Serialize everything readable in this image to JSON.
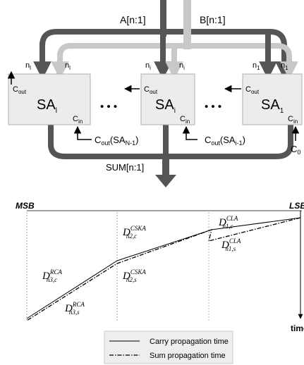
{
  "bus": {
    "a_label": "A[n:1]",
    "b_label": "B[n:1]",
    "sum_label": "SUM[n:1]"
  },
  "blocks": [
    {
      "name": "SA",
      "sub": "l",
      "cout": "C",
      "cout_sub": "out",
      "cin": "C",
      "cin_sub": "in",
      "n_left": "n",
      "n_left_sub": "l",
      "n_right": "n",
      "n_right_sub": "l"
    },
    {
      "name": "SA",
      "sub": "i",
      "cout": "C",
      "cout_sub": "out",
      "cin": "C",
      "cin_sub": "in",
      "n_left": "n",
      "n_left_sub": "i",
      "n_right": "n",
      "n_right_sub": "i"
    },
    {
      "name": "SA",
      "sub": "1",
      "cout": "C",
      "cout_sub": "out",
      "cin": "C",
      "cin_sub": "in",
      "n_left": "n",
      "n_left_sub": "1",
      "n_right": "n",
      "n_right_sub": "1"
    }
  ],
  "ellipsis": "• • •",
  "carry_links": [
    {
      "main": "C",
      "sub": "out",
      "arg": "(SA",
      "arg_sub": "N-1",
      "close": ")"
    },
    {
      "main": "C",
      "sub": "out",
      "arg": "(SA",
      "arg_sub": "i-1",
      "close": ")"
    }
  ],
  "c0": {
    "main": "C",
    "sub": "0"
  },
  "timeline": {
    "msb": "MSB",
    "lsb": "LSB",
    "time": "time"
  },
  "delays": [
    {
      "main": "D",
      "sup": "CLA",
      "sub": "n1,c"
    },
    {
      "main": "D",
      "sup": "CLA",
      "sub": "n1,s"
    },
    {
      "main": "D",
      "sup": "CSKA",
      "sub": "n2,c"
    },
    {
      "main": "D",
      "sup": "CSKA",
      "sub": "n2,s"
    },
    {
      "main": "D",
      "sup": "RCA",
      "sub": "n3,c"
    },
    {
      "main": "D",
      "sup": "RCA",
      "sub": "n3,s"
    }
  ],
  "legend": {
    "carry": "Carry propagation time",
    "sum": "Sum propagation time"
  },
  "colors": {
    "dark_bus": "#555555",
    "light_bus": "#c8c8c8",
    "block_fill": "#ececee",
    "block_border": "#b0b0b0"
  }
}
